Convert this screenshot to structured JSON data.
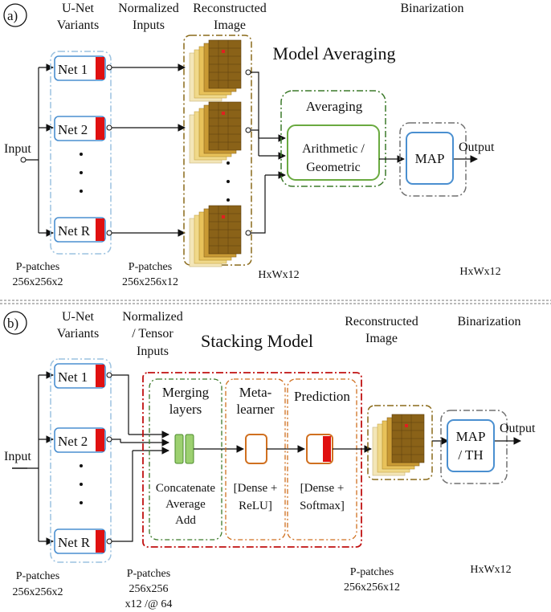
{
  "a": {
    "panel_label": "a)",
    "col_unet": [
      "U-Net",
      "Variants"
    ],
    "col_norm": [
      "Normalized",
      "Inputs"
    ],
    "col_recon": [
      "Reconstructed",
      "Image"
    ],
    "col_bin": "Binarization",
    "title": "Model Averaging",
    "input": "Input",
    "nets": [
      "Net 1",
      "Net 2",
      "Net R"
    ],
    "dots": "•",
    "averaging_label": "Averaging",
    "avg_box": [
      "Arithmetic /",
      "Geometric"
    ],
    "map_label": "MAP",
    "output": "Output",
    "bottom_ppatch_1": [
      "P-patches",
      "256x256x2"
    ],
    "bottom_ppatch_2": [
      "P-patches",
      "256x256x12"
    ],
    "bottom_hw_1": "HxWx12",
    "bottom_hw_2": "HxWx12"
  },
  "b": {
    "panel_label": "b)",
    "col_unet": [
      "U-Net",
      "Variants"
    ],
    "col_norm": [
      "Normalized",
      "/ Tensor",
      "Inputs"
    ],
    "title": "Stacking Model",
    "col_recon": [
      "Reconstructed",
      "Image"
    ],
    "col_bin": "Binarization",
    "input": "Input",
    "nets": [
      "Net 1",
      "Net 2",
      "Net R"
    ],
    "merging": [
      "Merging",
      "layers"
    ],
    "meta": [
      "Meta-",
      "learner"
    ],
    "prediction": "Prediction",
    "merge_ops": [
      "Concatenate",
      "Average",
      "Add"
    ],
    "meta_ops": [
      "[Dense +",
      "ReLU]"
    ],
    "pred_ops": [
      "[Dense +",
      "Softmax]"
    ],
    "map_label": [
      "MAP",
      "/ TH"
    ],
    "output": "Output",
    "bottom_ppatch_1": [
      "P-patches",
      "256x256x2"
    ],
    "bottom_ppatch_2": [
      "P-patches",
      "256x256",
      "x12 /@ 64"
    ],
    "bottom_ppatch_3": [
      "P-patches",
      "256x256x12"
    ],
    "bottom_hw": "HxWx12"
  },
  "colors": {
    "net_border": "#4a8fd0",
    "net_red": "#e01010",
    "dash_blue": "#9cc2e0",
    "dash_brown": "#8a6a1a",
    "dash_green": "#3c7a2a",
    "green_box": "#6aaa40",
    "gray_dash": "#707070",
    "map_border": "#4a8fd0",
    "red_dash": "#c01010",
    "orange": "#d07020",
    "merge_fill": "#9cd070"
  }
}
